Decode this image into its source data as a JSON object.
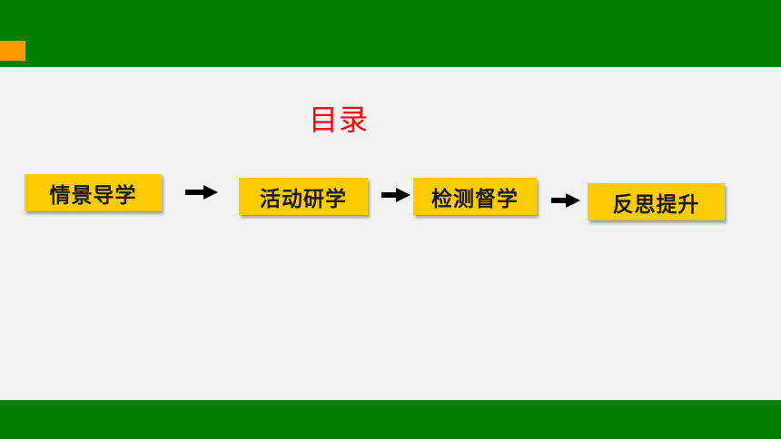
{
  "slide": {
    "title": "目录",
    "steps": [
      {
        "label": "情景导学"
      },
      {
        "label": "活动研学"
      },
      {
        "label": "检测督学"
      },
      {
        "label": "反思提升"
      }
    ]
  },
  "colors": {
    "header_bar": "#008000",
    "accent_square": "#ff9900",
    "title": "#ff0000",
    "step_box": "#ffcc00",
    "arrow": "#000000"
  }
}
